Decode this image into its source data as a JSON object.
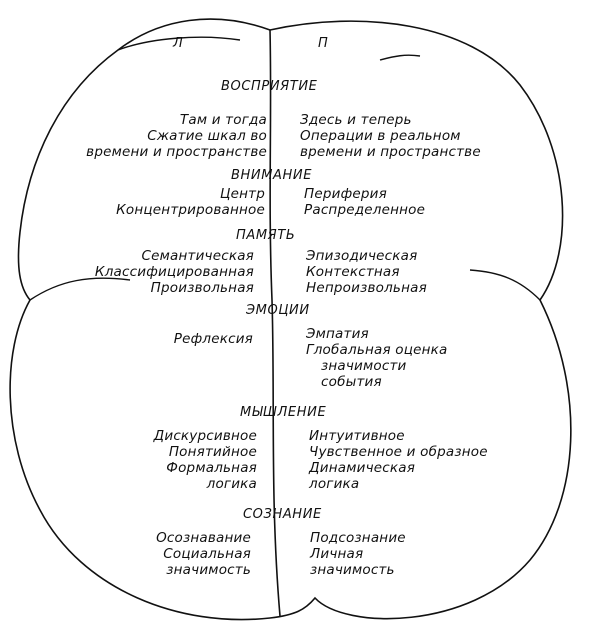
{
  "hemisphere_labels": {
    "left": "Л",
    "right": "П"
  },
  "sections": {
    "perception": {
      "title": "ВОСПРИЯТИЕ",
      "left": [
        "Там и тогда",
        "Сжатие шкал во",
        "времени и пространстве"
      ],
      "right": [
        "Здесь и теперь",
        "Операции в реальном",
        "времени и пространстве"
      ]
    },
    "attention": {
      "title": "ВНИМАНИЕ",
      "left": [
        "Центр",
        "Концентрированное"
      ],
      "right": [
        "Периферия",
        "Распределенное"
      ]
    },
    "memory": {
      "title": "ПАМЯТЬ",
      "left": [
        "Семантическая",
        "Классифицированная",
        "Произвольная"
      ],
      "right": [
        "Эпизодическая",
        "Контекстная",
        "Непроизвольная"
      ]
    },
    "emotions": {
      "title": "ЭМОЦИИ",
      "left": [
        "Рефлексия"
      ],
      "right": [
        "Эмпатия",
        "Глобальная оценка",
        "значимости",
        "события"
      ]
    },
    "thinking": {
      "title": "МЫШЛЕНИЕ",
      "left": [
        "Дискурсивное",
        "Понятийное",
        "Формальная",
        "логика"
      ],
      "right": [
        "Интуитивное",
        "Чувственное и образное",
        "Динамическая",
        "логика"
      ]
    },
    "consciousness": {
      "title": "СОЗНАНИЕ",
      "left": [
        "Осознавание",
        "Социальная",
        "значимость"
      ],
      "right": [
        "Подсознание",
        "Личная",
        "значимость"
      ]
    }
  }
}
